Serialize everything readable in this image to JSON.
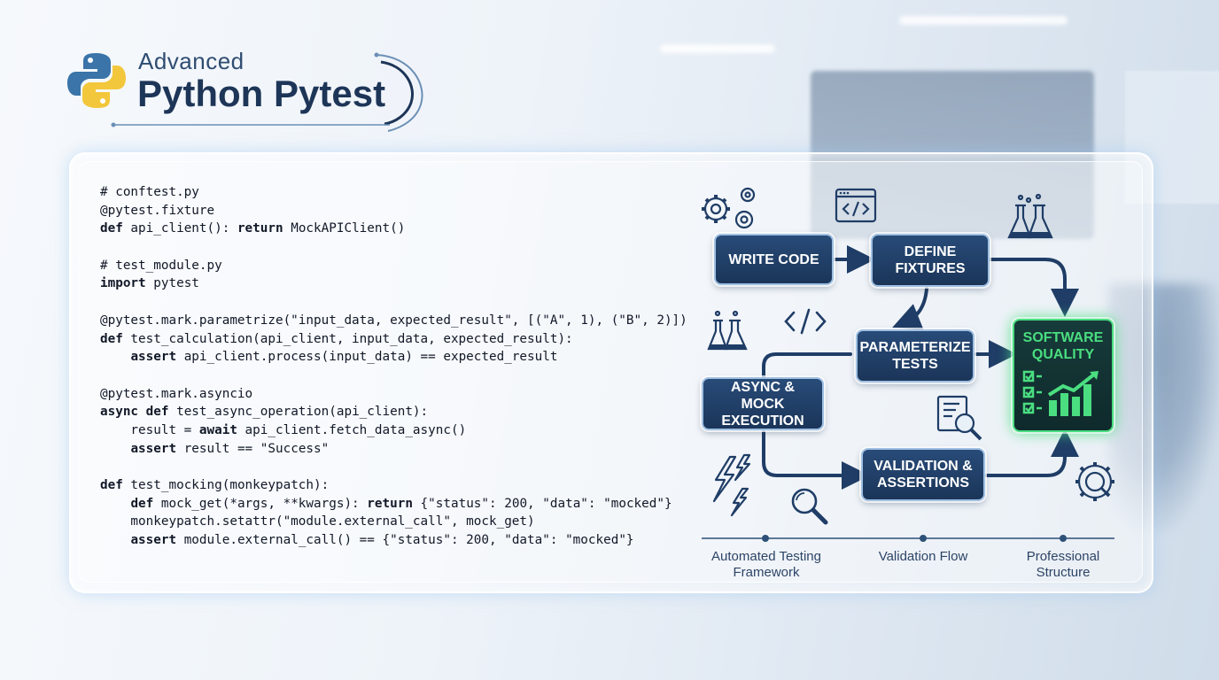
{
  "header": {
    "subtitle": "Advanced",
    "title": "Python Pytest"
  },
  "code_lines": [
    "# conftest.py",
    "@pytest.fixture",
    "def api_client(): return MockAPIClient()",
    "",
    "# test_module.py",
    "import pytest",
    "",
    "@pytest.mark.parametrize(\"input_data, expected_result\", [(\"A\", 1), (\"B\", 2)])",
    "def test_calculation(api_client, input_data, expected_result):",
    "    assert api_client.process(input_data) == expected_result",
    "",
    "@pytest.mark.asyncio",
    "async def test_async_operation(api_client):",
    "    result = await api_client.fetch_data_async()",
    "    assert result == \"Success\"",
    "",
    "def test_mocking(monkeypatch):",
    "    def mock_get(*args, **kwargs): return {\"status\": 200, \"data\": \"mocked\"}",
    "    monkeypatch.setattr(\"module.external_call\", mock_get)",
    "    assert module.external_call() == {\"status\": 200, \"data\": \"mocked\"}"
  ],
  "diagram": {
    "nodes": {
      "write_code": "WRITE CODE",
      "define_fixtures": "DEFINE FIXTURES",
      "parameterize_tests": "PARAMETERIZE TESTS",
      "async_mock": "ASYNC & MOCK EXECUTION",
      "validation": "VALIDATION & ASSERTIONS",
      "software_quality": "SOFTWARE QUALITY"
    },
    "footer": {
      "automated": "Automated Testing Framework",
      "validation_flow": "Validation Flow",
      "professional": "Professional Structure"
    },
    "icons": [
      "gears-icon",
      "code-window-icon",
      "lab-flasks-icon",
      "code-tag-icon",
      "checklist-magnifier-icon",
      "lightning-icon",
      "magnifier-icon",
      "gear-magnifier-icon",
      "checklist-growth-chart-icon"
    ],
    "colors": {
      "node": "#1f3d66",
      "quality_accent": "#4ade80",
      "arrow": "#1f3d66"
    }
  }
}
